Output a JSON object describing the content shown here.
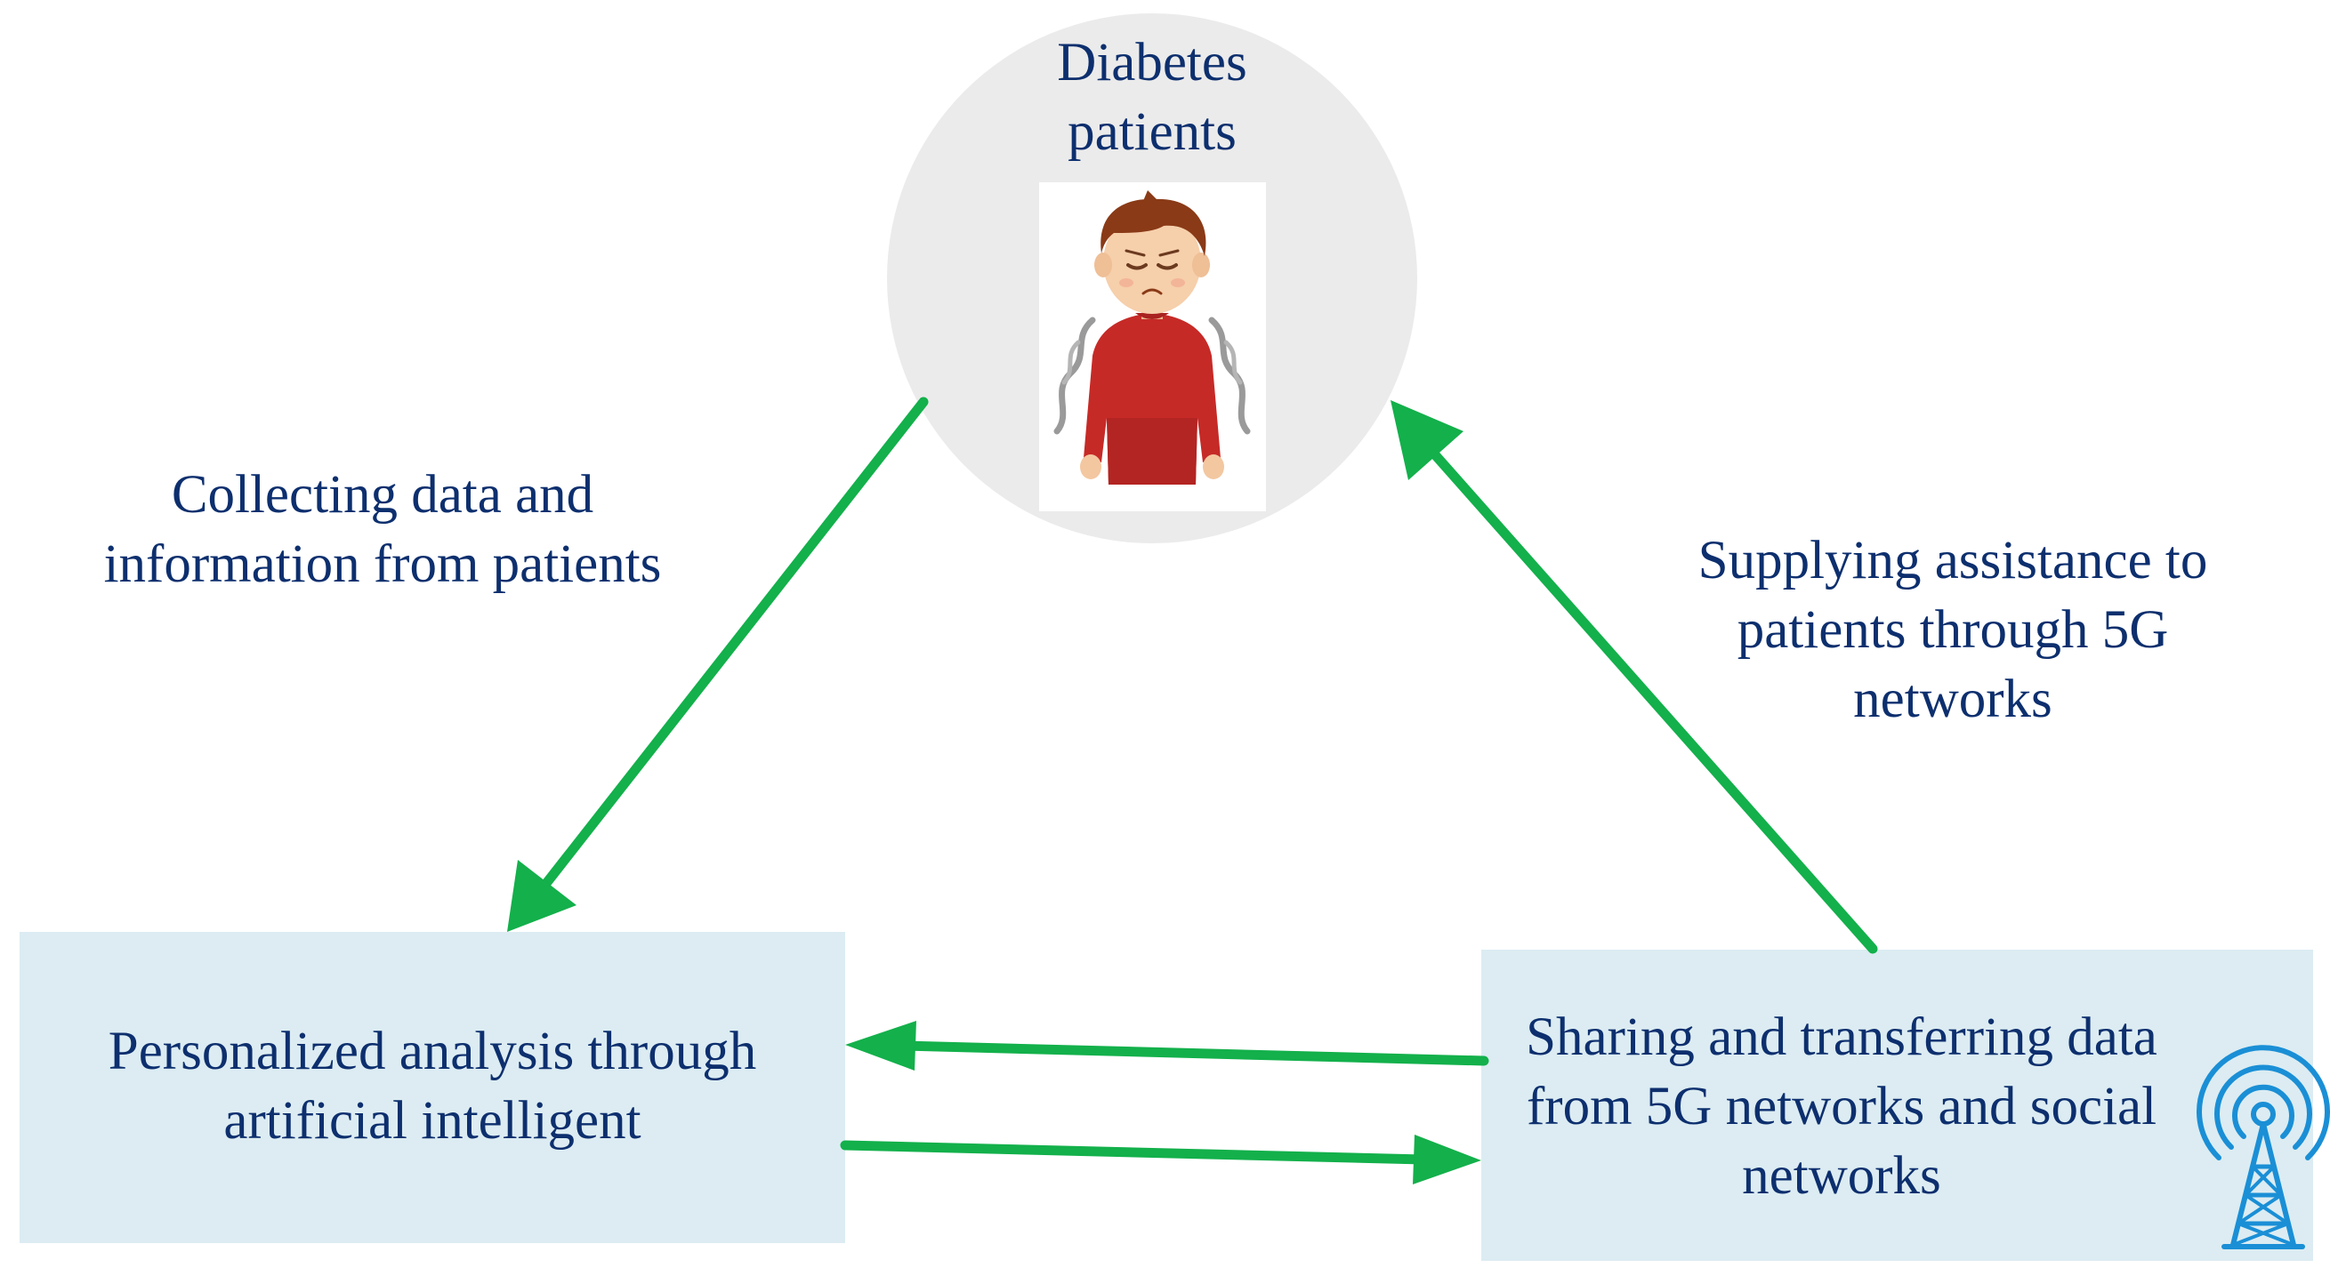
{
  "nodes": {
    "patients": {
      "label": "Diabetes\npatients",
      "circle_color": "#ebebeb",
      "image": "sick-patient-illustration"
    },
    "analysis": {
      "label": "Personalized analysis through\nartificial intelligent",
      "fill_color": "#dcecf2"
    },
    "sharing": {
      "label": "Sharing and transferring data\nfrom 5G networks and social\nnetworks",
      "fill_color": "#dcecf2",
      "icon": "antenna-tower-icon"
    }
  },
  "edges": {
    "collecting": {
      "label": "Collecting data and\ninformation from patients",
      "from": "patients",
      "to": "analysis"
    },
    "supplying": {
      "label": "Supplying  assistance to\npatients through 5G\nnetworks",
      "from": "sharing",
      "to": "patients"
    },
    "sharing_to_analysis": {
      "from": "sharing",
      "to": "analysis"
    },
    "analysis_to_sharing": {
      "from": "analysis",
      "to": "sharing"
    }
  },
  "colors": {
    "arrow": "#13b04b",
    "text": "#0d2f6e",
    "icon": "#1a8fd6"
  }
}
